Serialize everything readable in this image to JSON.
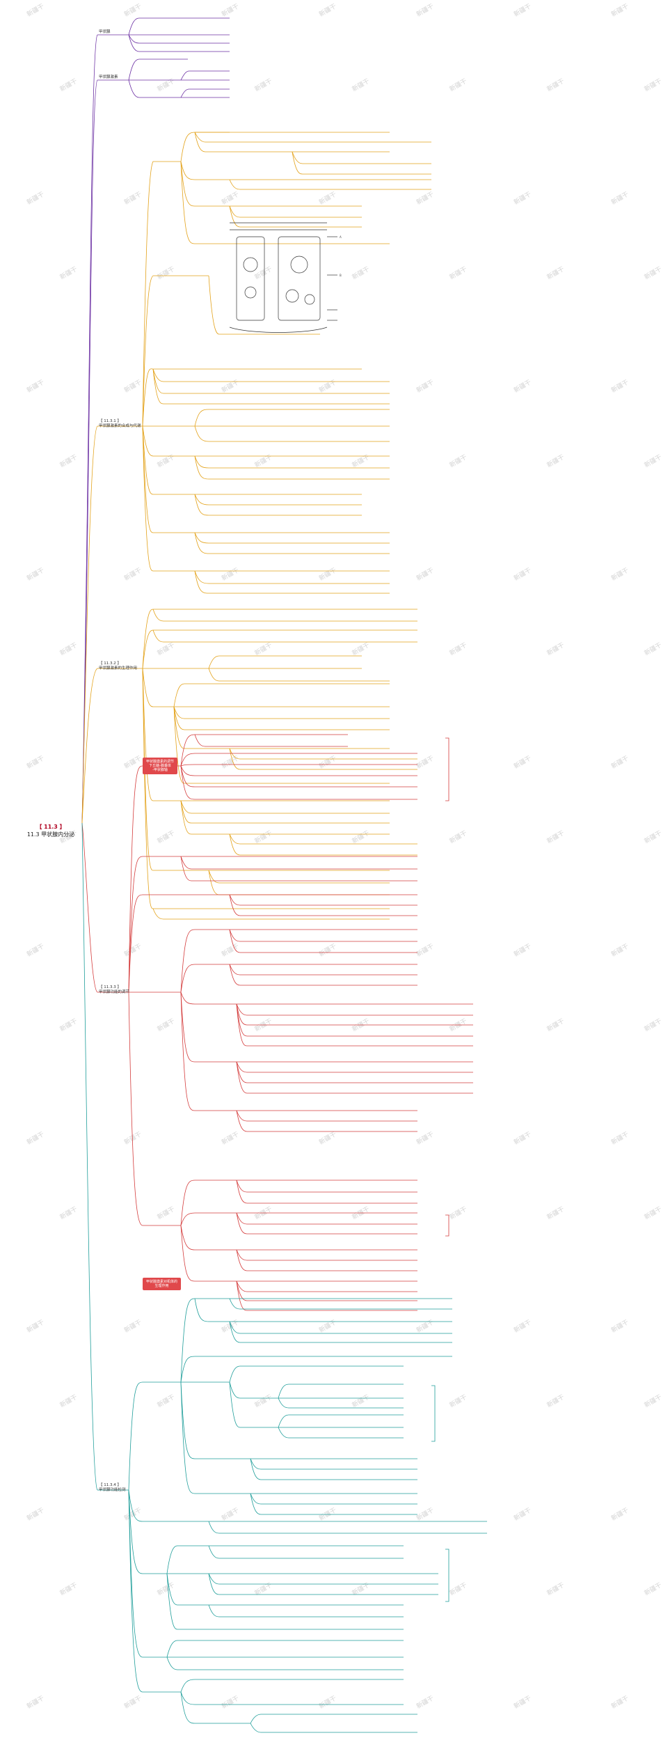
{
  "root": {
    "tag": "【 11.3 】",
    "title": "11.3 甲状腺内分泌"
  },
  "branches": [
    {
      "key": "jjss",
      "label": "甲状腺",
      "color": "#6b2fa3"
    },
    {
      "key": "jjss2",
      "label": "甲状腺激素",
      "color": "#6b2fa3"
    },
    {
      "key": "hecheng",
      "label": "【 11.3.1 】\n甲状腺激素的合成与代谢",
      "color": "#e3a21a"
    },
    {
      "key": "zuoyong",
      "label": "【 11.3.2 】\n甲状腺激素的生理作用",
      "color": "#e3a21a"
    },
    {
      "key": "tiaojie",
      "label": "【 11.3.3 】\n甲状腺功能的调节",
      "color": "#d43c3c"
    },
    {
      "key": "jiance",
      "label": "【 11.3.4 】\n甲状腺功能检测",
      "color": "#1f9e9a"
    }
  ],
  "boxes": {
    "middle": "甲状腺激素的调节\n下丘脑-腺垂体\n-甲状腺轴",
    "lower": "甲状腺激素对机体的\n生理作用"
  },
  "right_labels": [
    "A",
    "B"
  ],
  "watermark": "新疆干"
}
